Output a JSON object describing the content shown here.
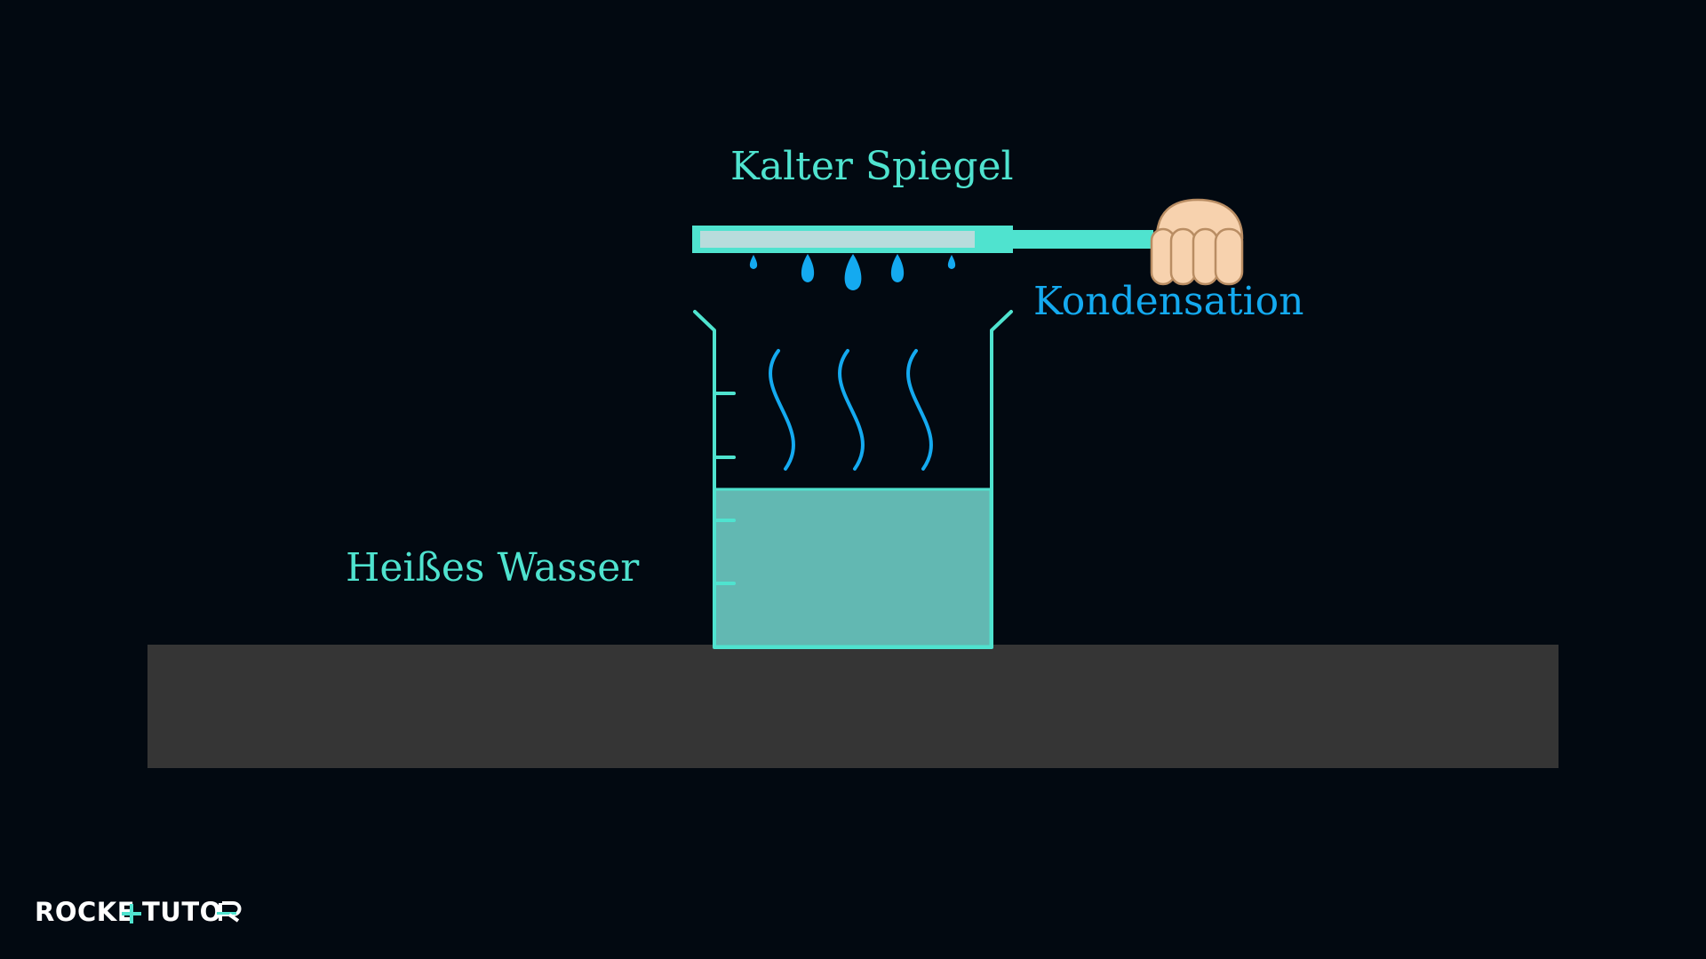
{
  "diagram": {
    "labels": {
      "mirror": "Kalter Spiegel",
      "condensation": "Kondensation",
      "water": "Heißes Wasser"
    },
    "logo": {
      "part1": "ROCKE",
      "part2": "TUTO"
    },
    "colors": {
      "background": "#020911",
      "teal": "#4fe3cf",
      "water_fill": "#62b8b2",
      "vapor_blue": "#14aaf0",
      "table": "#353535",
      "mirror_glass": "#b8dcdc",
      "hand_skin": "#f7d2ae",
      "hand_outline": "#b98d63",
      "logo_text": "#ffffff",
      "logo_accent": "#4fe3cf"
    },
    "icons": [
      "hand-icon",
      "water-droplet-icon",
      "steam-wave-icon",
      "beaker-icon",
      "mirror-icon"
    ]
  }
}
